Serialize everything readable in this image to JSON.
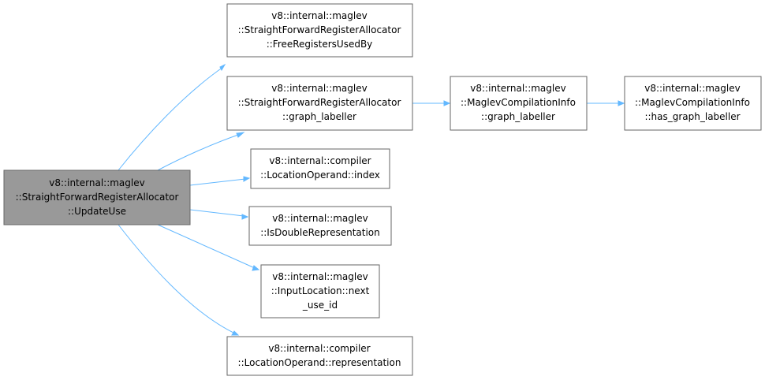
{
  "colors": {
    "root_fill": "#999999",
    "node_fill": "#ffffff",
    "node_border": "#666666",
    "edge": "#63b8ff"
  },
  "nodes": {
    "root": [
      "v8::internal::maglev",
      "::StraightForwardRegisterAllocator",
      "::UpdateUse"
    ],
    "free_registers_used_by": [
      "v8::internal::maglev",
      "::StraightForwardRegisterAllocator",
      "::FreeRegistersUsedBy"
    ],
    "graph_labeller": [
      "v8::internal::maglev",
      "::StraightForwardRegisterAllocator",
      "::graph_labeller"
    ],
    "compilation_info_graph_labeller": [
      "v8::internal::maglev",
      "::MaglevCompilationInfo",
      "::graph_labeller"
    ],
    "has_graph_labeller": [
      "v8::internal::maglev",
      "::MaglevCompilationInfo",
      "::has_graph_labeller"
    ],
    "location_operand_index": [
      "v8::internal::compiler",
      "::LocationOperand::index"
    ],
    "is_double_representation": [
      "v8::internal::maglev",
      "::IsDoubleRepresentation"
    ],
    "next_use_id": [
      "v8::internal::maglev",
      "::InputLocation::next",
      "_use_id"
    ],
    "representation": [
      "v8::internal::compiler",
      "::LocationOperand::representation"
    ]
  }
}
